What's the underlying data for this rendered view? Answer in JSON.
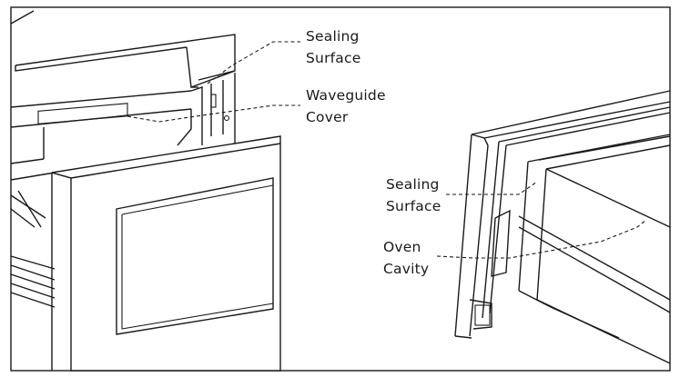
{
  "figure": {
    "left_view": {
      "labels": {
        "sealing_surface": [
          "Sealing",
          "Surface"
        ],
        "waveguide_cover": [
          "Waveguide",
          "Cover"
        ]
      }
    },
    "right_view": {
      "labels": {
        "sealing_surface": [
          "Sealing",
          "Surface"
        ],
        "oven_cavity": [
          "Oven",
          "Cavity"
        ]
      }
    }
  }
}
